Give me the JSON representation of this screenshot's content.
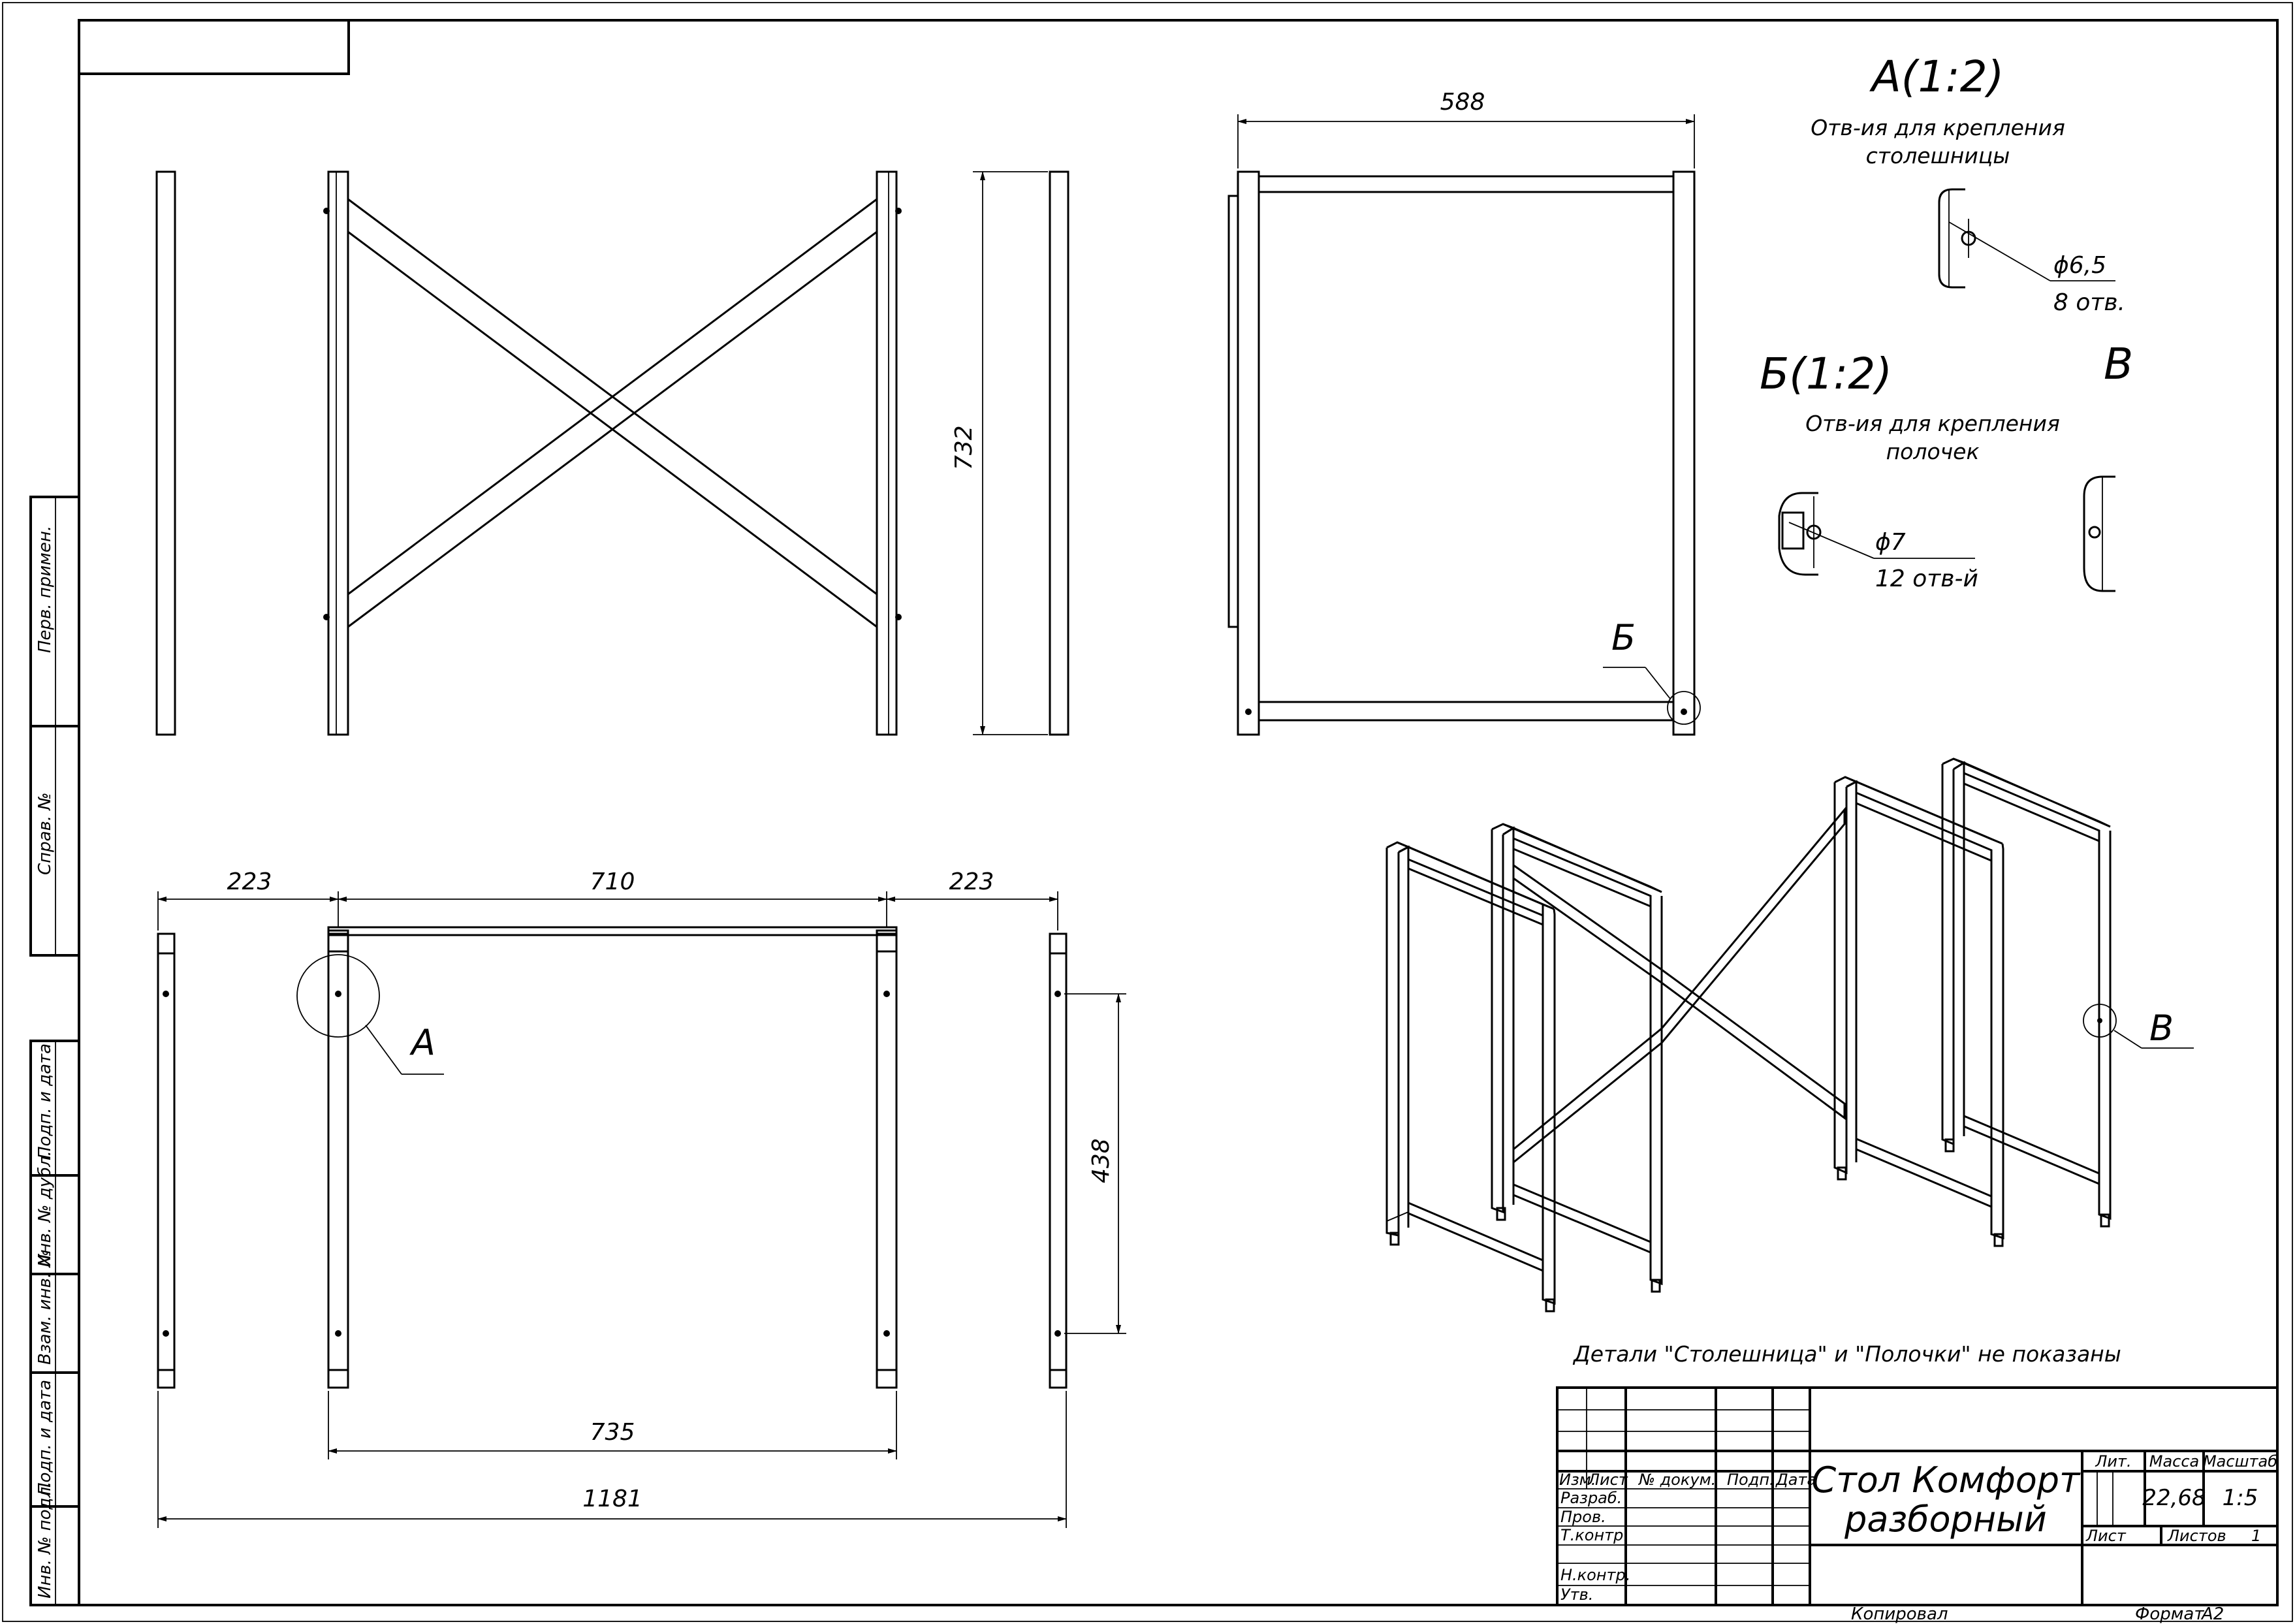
{
  "sheet": {
    "format_label": "Формат",
    "format_value": "A2",
    "copied_label": "Копировал"
  },
  "side_stamps": {
    "perv_primen": "Перв. примен.",
    "sprav_no": "Справ. №",
    "podp_data_1": "Подп. и дата",
    "inv_dubl": "Инв. № дубл.",
    "vzam_inv": "Взам. инв. №",
    "podp_data_2": "Подп. и дата",
    "inv_podl": "Инв. № подл."
  },
  "dimensions": {
    "height_front": "732",
    "width_side": "588",
    "left_offset": "223",
    "middle_span": "710",
    "right_offset": "223",
    "hole_spacing": "438",
    "leg_span": "735",
    "overall_length": "1181"
  },
  "callouts": {
    "a": "А",
    "b": "Б",
    "v": "В",
    "v_iso": "В"
  },
  "details": {
    "a_title": "А(1:2)",
    "a_caption_1": "Отв-ия для крепления",
    "a_caption_2": "столешницы",
    "a_hole_diam": "ϕ6,5",
    "a_hole_count": "8 отв.",
    "b_title": "Б(1:2)",
    "b_caption_1": "Отв-ия для крепления",
    "b_caption_2": "полочек",
    "b_hole_diam": "ϕ7",
    "b_hole_count": "12 отв-й",
    "v_title": "В"
  },
  "note": "Детали \"Столешница\" и \"Полочки\" не показаны",
  "title_block": {
    "product_name_1": "Стол Комфорт",
    "product_name_2": "разборный",
    "col_izm": "Изм.",
    "col_list": "Лист",
    "col_doc": "№ докум.",
    "col_sign": "Подп.",
    "col_date": "Дата",
    "row_razrab": "Разраб.",
    "row_prov": "Пров.",
    "row_tkontr": "Т.контр.",
    "row_nkontr": "Н.контр.",
    "row_utv": "Утв.",
    "lit_label": "Лит.",
    "mass_label": "Масса",
    "scale_label": "Масштаб",
    "mass_value": "22,68",
    "scale_value": "1:5",
    "sheet_label": "Лист",
    "sheets_label": "Листов",
    "sheets_value": "1"
  }
}
